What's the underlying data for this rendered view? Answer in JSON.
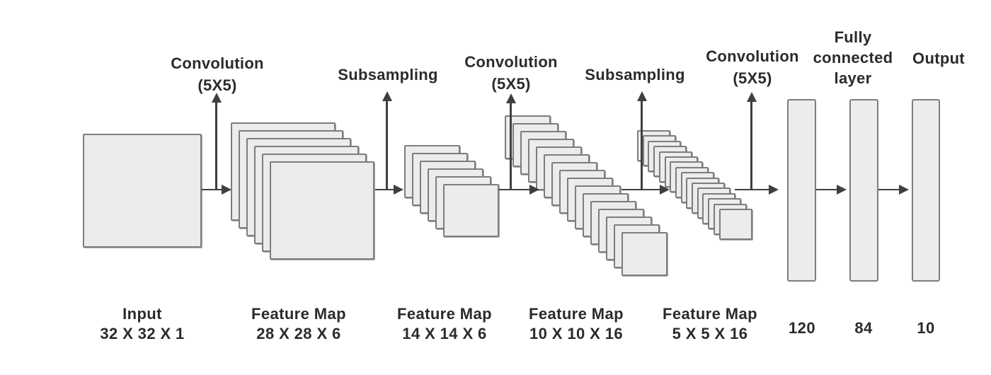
{
  "canvas": {
    "background": "#ffffff"
  },
  "colors": {
    "plane_fill": "#ececeb",
    "plane_border": "#7d7d7d",
    "arrow": "#3f3f3f",
    "text": "#2b2b2b"
  },
  "operation_labels": [
    {
      "lines": [
        "Convolution",
        "(5X5)"
      ]
    },
    {
      "lines": [
        "Subsampling"
      ]
    },
    {
      "lines": [
        "Convolution",
        "(5X5)"
      ]
    },
    {
      "lines": [
        "Subsampling"
      ]
    },
    {
      "lines": [
        "Convolution",
        "(5X5)"
      ]
    },
    {
      "lines": [
        "Fully",
        "connected",
        "layer"
      ]
    },
    {
      "lines": [
        "Output"
      ]
    }
  ],
  "layer_labels": [
    {
      "name": "Input",
      "dims": "32 X 32 X 1",
      "planes": 1
    },
    {
      "name": "Feature Map",
      "dims": "28 X 28 X 6",
      "planes": 6
    },
    {
      "name": "Feature Map",
      "dims": "14 X 14 X 6",
      "planes": 6
    },
    {
      "name": "Feature Map",
      "dims": "10 X 10 X 16",
      "planes": 16
    },
    {
      "name": "Feature Map",
      "dims": "5 X 5 X 16",
      "planes": 16
    },
    {
      "value": "120"
    },
    {
      "value": "84"
    },
    {
      "value": "10"
    }
  ]
}
